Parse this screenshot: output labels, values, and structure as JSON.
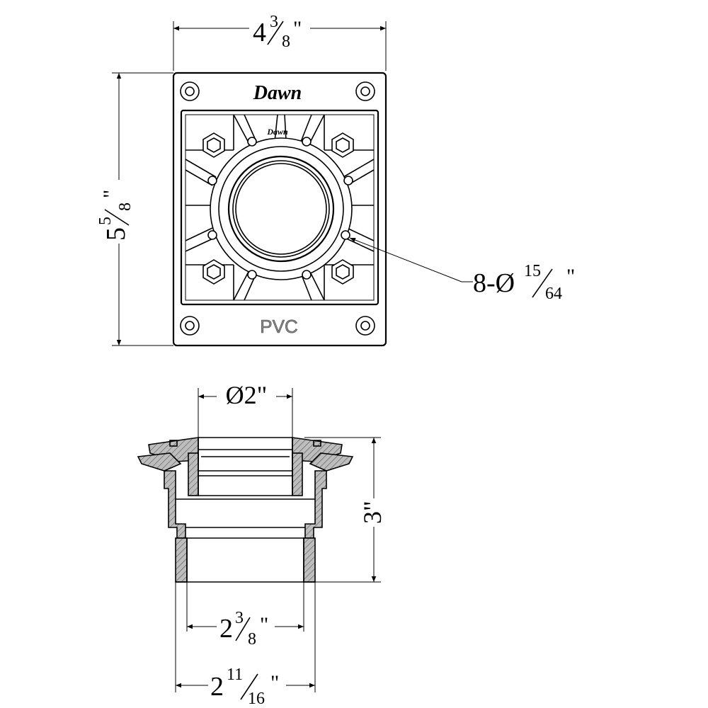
{
  "top_view": {
    "width_dim": {
      "whole": "4",
      "num": "3",
      "den": "8",
      "unit": "\""
    },
    "height_dim": {
      "whole": "5",
      "num": "5",
      "den": "8",
      "unit": "\""
    },
    "holes_dim": {
      "prefix": "8-Ø",
      "num": "15",
      "den": "64",
      "unit": "\""
    },
    "brand_main": "Dawn",
    "brand_small": "Dawn",
    "material": "PVC"
  },
  "side_view": {
    "top_diameter": "Ø2\"",
    "height_dim": "3\"",
    "inner_dim": {
      "whole": "2",
      "num": "3",
      "den": "8",
      "unit": "\""
    },
    "outer_dim": {
      "whole": "2",
      "num": "11",
      "den": "16",
      "unit": "\""
    }
  }
}
